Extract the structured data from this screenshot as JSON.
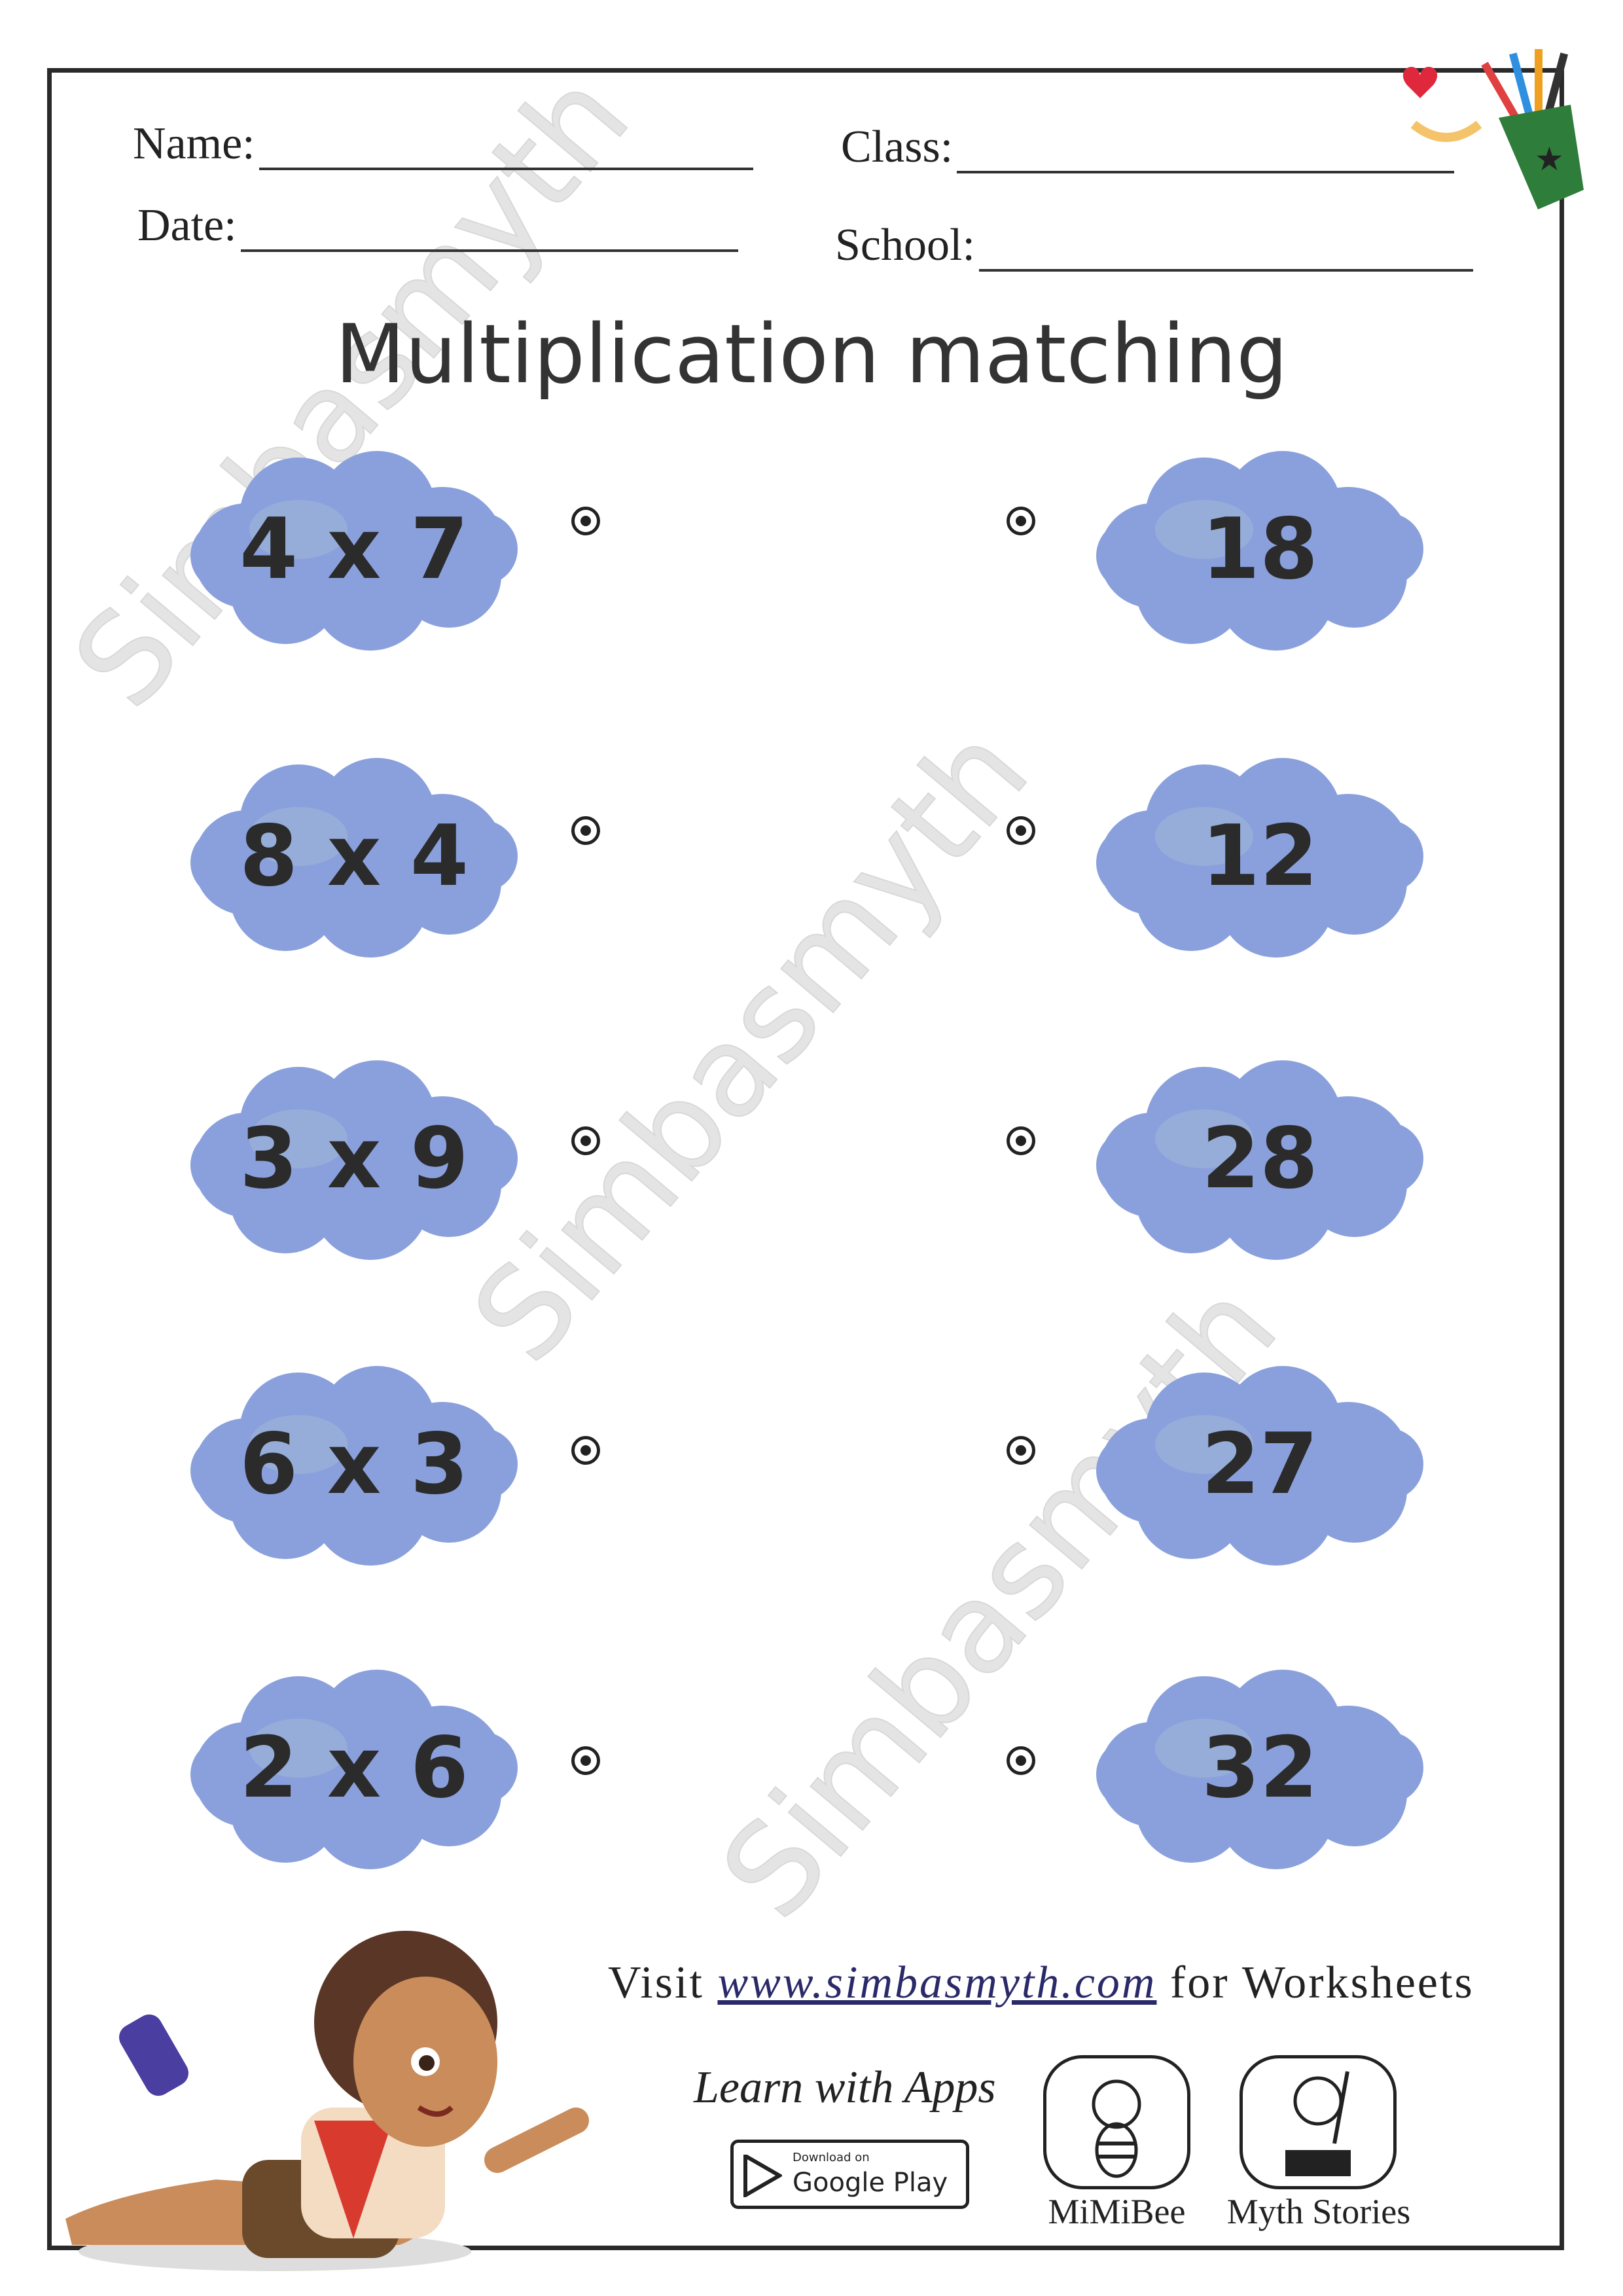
{
  "header": {
    "name_label": "Name:",
    "class_label": "Class:",
    "date_label": "Date:",
    "school_label": "School:"
  },
  "title": "Multiplication matching",
  "watermark": "Simbasmyth",
  "left_items": [
    "4 x 7",
    "8 x 4",
    "3 x 9",
    "6 x 3",
    "2 x 6"
  ],
  "right_items": [
    "18",
    "12",
    "28",
    "27",
    "32"
  ],
  "colors": {
    "cloud": "#8aa0dc",
    "cloud_highlight": "#9fb6d8",
    "text": "#2b2b2b"
  },
  "footer": {
    "visit_prefix": "Visit",
    "url": "www.simbasmyth.com",
    "visit_suffix": "for Worksheets",
    "learn": "Learn with Apps",
    "gplay_small": "Download on",
    "gplay_big": "Google Play",
    "app1": "MiMiBee",
    "app2": "Myth Stories"
  }
}
